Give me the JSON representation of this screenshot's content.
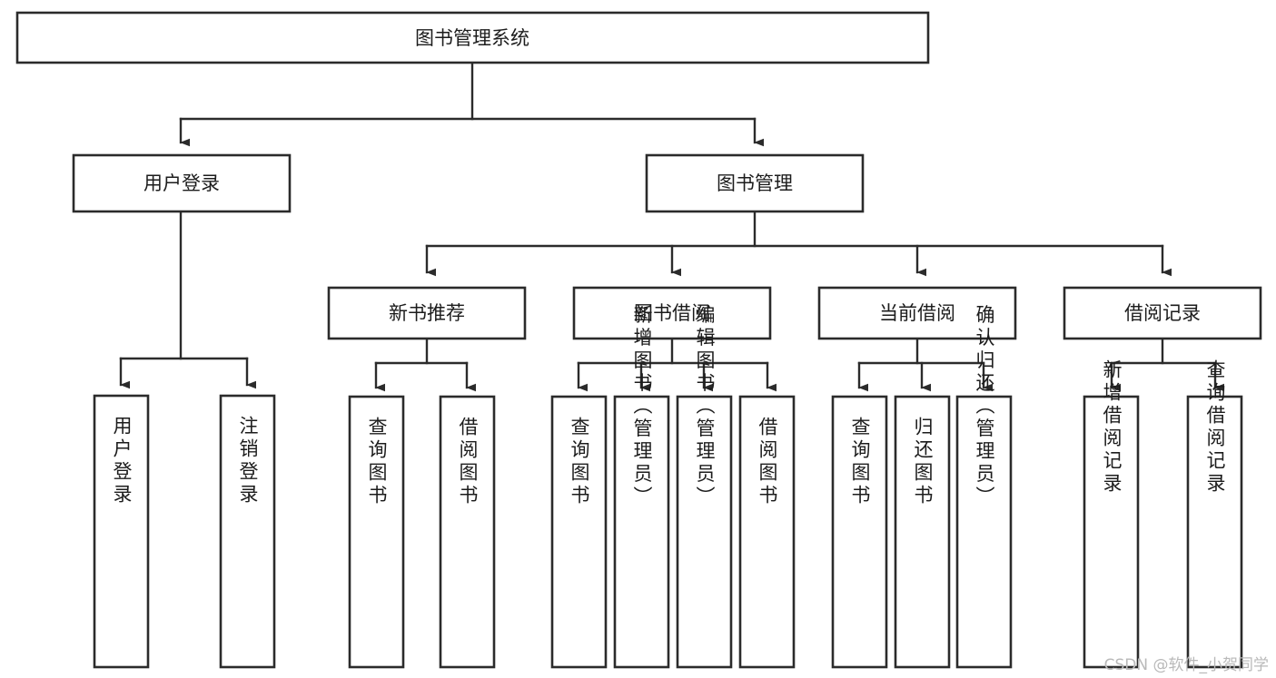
{
  "diagram": {
    "title": "图书管理系统",
    "type": "tree-hierarchy-chart",
    "orientation": "top-down",
    "stroke_color": "#2b2b2b",
    "fill_color": "#ffffff",
    "text_color": "#1c1c1c",
    "watermark": "CSDN @软件_小贺同学"
  },
  "nodes": {
    "root": {
      "label": "图书管理系统"
    },
    "level1": [
      {
        "id": "user-login",
        "label": "用户登录"
      },
      {
        "id": "book-manage",
        "label": "图书管理"
      }
    ],
    "level2": [
      {
        "id": "new-book-recommend",
        "label": "新书推荐"
      },
      {
        "id": "book-borrow",
        "label": "图书借阅"
      },
      {
        "id": "current-borrow",
        "label": "当前借阅"
      },
      {
        "id": "borrow-record",
        "label": "借阅记录"
      }
    ],
    "leaves": {
      "user_login": [
        {
          "id": "leaf-user-login",
          "label": "用户登录"
        },
        {
          "id": "leaf-logout-login",
          "label": "注销登录"
        }
      ],
      "new_book_recommend": [
        {
          "id": "leaf-query-book-1",
          "label": "查询图书"
        },
        {
          "id": "leaf-borrow-book-1",
          "label": "借阅图书"
        }
      ],
      "book_borrow": [
        {
          "id": "leaf-query-book-2",
          "label": "查询图书"
        },
        {
          "id": "leaf-add-book",
          "label": "新增图书（管理员）"
        },
        {
          "id": "leaf-edit-book",
          "label": "编辑图书（管理员）"
        },
        {
          "id": "leaf-borrow-book-2",
          "label": "借阅图书"
        }
      ],
      "current_borrow": [
        {
          "id": "leaf-query-book-3",
          "label": "查询图书"
        },
        {
          "id": "leaf-return-book",
          "label": "归还图书"
        },
        {
          "id": "leaf-confirm-return",
          "label": "确认归还（管理员）"
        }
      ],
      "borrow_record": [
        {
          "id": "leaf-add-record",
          "label": "新增借阅记录"
        },
        {
          "id": "leaf-query-record",
          "label": "查询借阅记录"
        }
      ]
    }
  }
}
